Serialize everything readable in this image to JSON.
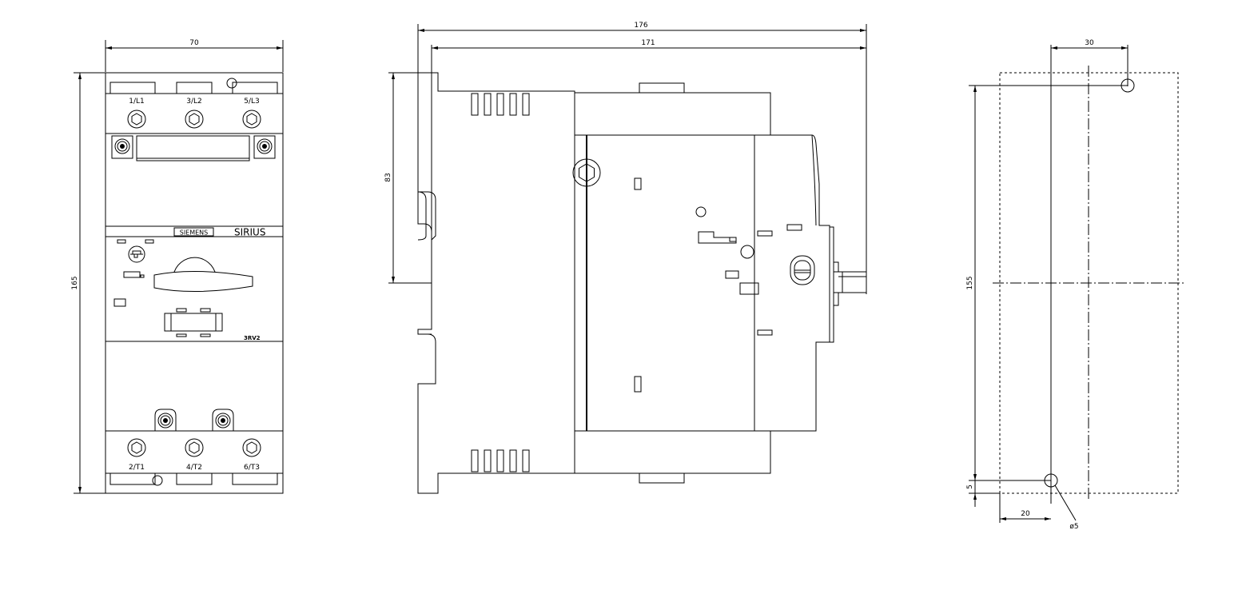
{
  "front_view": {
    "dim_width": "70",
    "dim_height": "165",
    "terminals_top": [
      "1/L1",
      "3/L2",
      "5/L3"
    ],
    "terminals_bottom": [
      "2/T1",
      "4/T2",
      "6/T3"
    ],
    "brand": "SIEMENS",
    "product": "SIRIUS",
    "model": "3RV2"
  },
  "side_view": {
    "dim_overall": "176",
    "dim_body": "171",
    "dim_rail": "83"
  },
  "mounting_view": {
    "dim_hole_spacing_x": "30",
    "dim_hole_spacing_y": "155",
    "dim_edge_offset_y": "5",
    "dim_edge_offset_x": "20",
    "dim_hole_diameter": "ø5"
  }
}
